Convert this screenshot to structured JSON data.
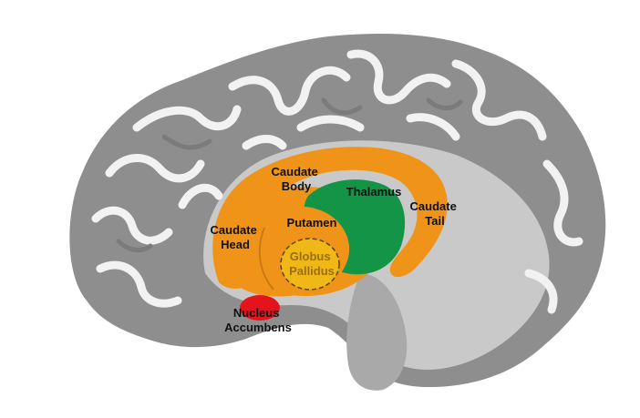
{
  "labels": {
    "caudate_body": [
      "Caudate",
      "Body"
    ],
    "thalamus": "Thalamus",
    "caudate_tail": [
      "Caudate",
      "Tail"
    ],
    "caudate_head": [
      "Caudate",
      "Head"
    ],
    "putamen": "Putamen",
    "globus_pallidus": [
      "Globus",
      "Pallidus"
    ],
    "nucleus_accumbens": [
      "Nucleus",
      "Accumbens"
    ]
  },
  "colors": {
    "background": "#ffffff",
    "cortex_dark": "#8e8e8e",
    "cortex_light": "#c9c9c9",
    "gyri_white": "#f2f2f2",
    "brainstem": "#a9a9a9",
    "caudate_putamen": "#ef9419",
    "thalamus": "#149447",
    "globus_pallidus": "#efb817",
    "nucleus_accumbens": "#e3141c",
    "label_text": "#111111",
    "globus_text": "#9a6e12"
  }
}
